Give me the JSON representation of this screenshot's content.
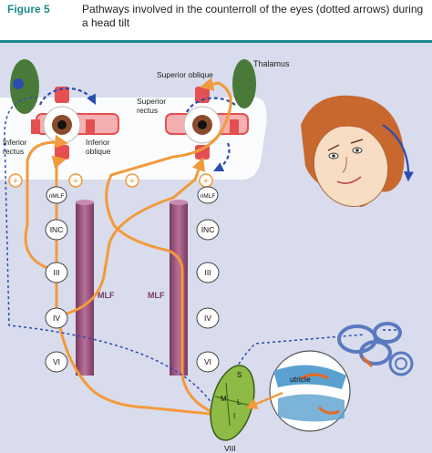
{
  "figure": {
    "label": "Figure 5",
    "caption": "Pathways involved in the counterroll of the eyes (dotted arrows) during a head tilt"
  },
  "labels": {
    "thalamus": "Thalamus",
    "superior_oblique": "Superior oblique",
    "superior_rectus_1": "Superior",
    "superior_rectus_2": "rectus",
    "inferior_rectus_1": "Inferior",
    "inferior_rectus_2": "rectus",
    "inferior_oblique_1": "Inferior",
    "inferior_oblique_2": "oblique",
    "plus": "+",
    "mlf": "MLF",
    "utricle": "utricle",
    "nerve_viii": "VIII",
    "vestib_s": "S",
    "vestib_m": "M",
    "vestib_l": "L",
    "vestib_i": "I"
  },
  "left_nuclei": [
    "riMLF",
    "INC",
    "III",
    "IV",
    "VI"
  ],
  "right_nuclei": [
    "riMLF",
    "INC",
    "III",
    "IV",
    "VI"
  ],
  "colors": {
    "accent": "#1f8a8a",
    "background": "#d8dcec",
    "pathway": "#f39a3c",
    "dotted": "#2a4db0",
    "mlf": "#9b4f7a",
    "nucleus_green": "#7fae3a",
    "thalamus_green": "#4a7a3a"
  }
}
